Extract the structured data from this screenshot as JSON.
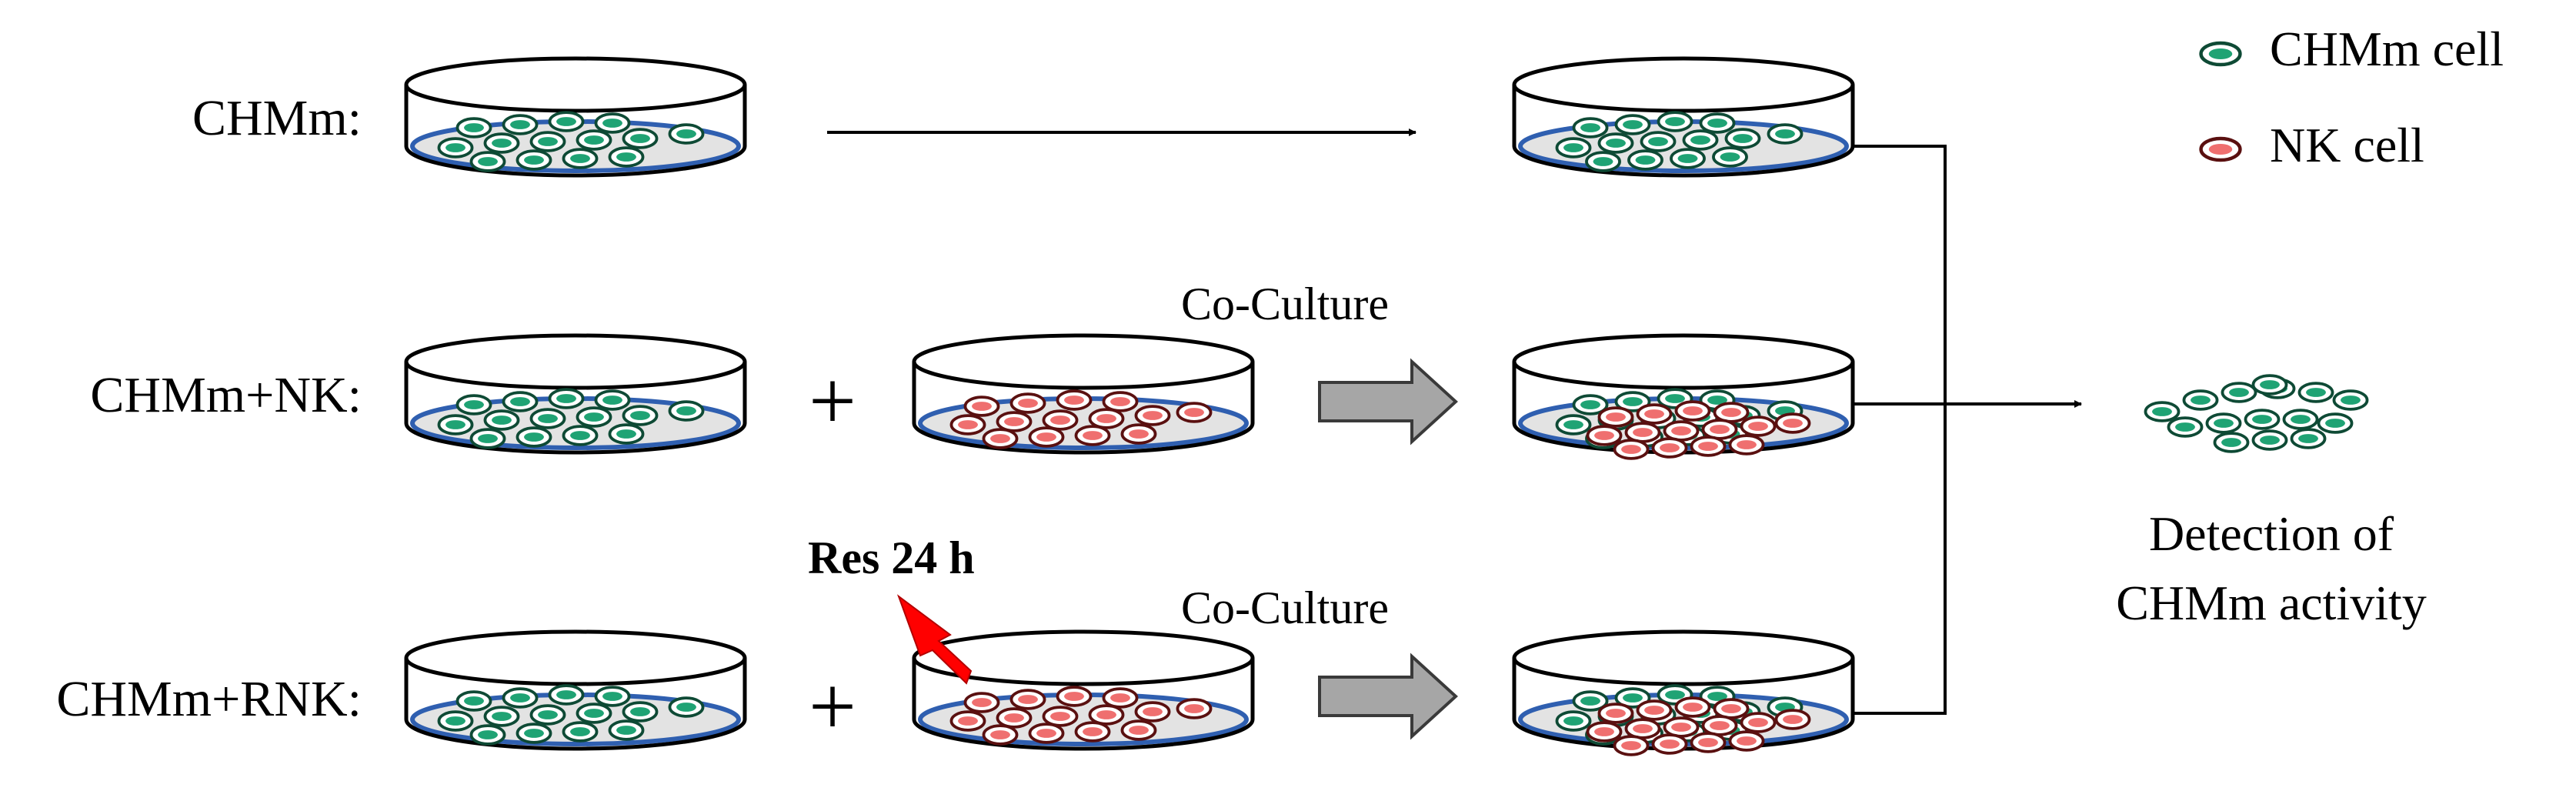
{
  "rows": [
    {
      "label": "CHMm:"
    },
    {
      "label": "CHMm+NK:"
    },
    {
      "label": "CHMm+RNK:"
    }
  ],
  "plus_sign": "+",
  "coculture_label": "Co-Culture",
  "treatment_label": "Res 24 h",
  "legend": [
    {
      "label": "CHMm cell",
      "color": "#1f9e6e"
    },
    {
      "label": "NK cell",
      "color": "#e04a4a"
    }
  ],
  "result_label_line1": "Detection of",
  "result_label_line2": "CHMm activity",
  "colors": {
    "dish_rim": "#000000",
    "dish_medium_border": "#2f5fb0",
    "dish_medium_fill": "#e3e3e3",
    "gray_arrow": "#a6a6a6",
    "lightning": "#ff0000"
  }
}
